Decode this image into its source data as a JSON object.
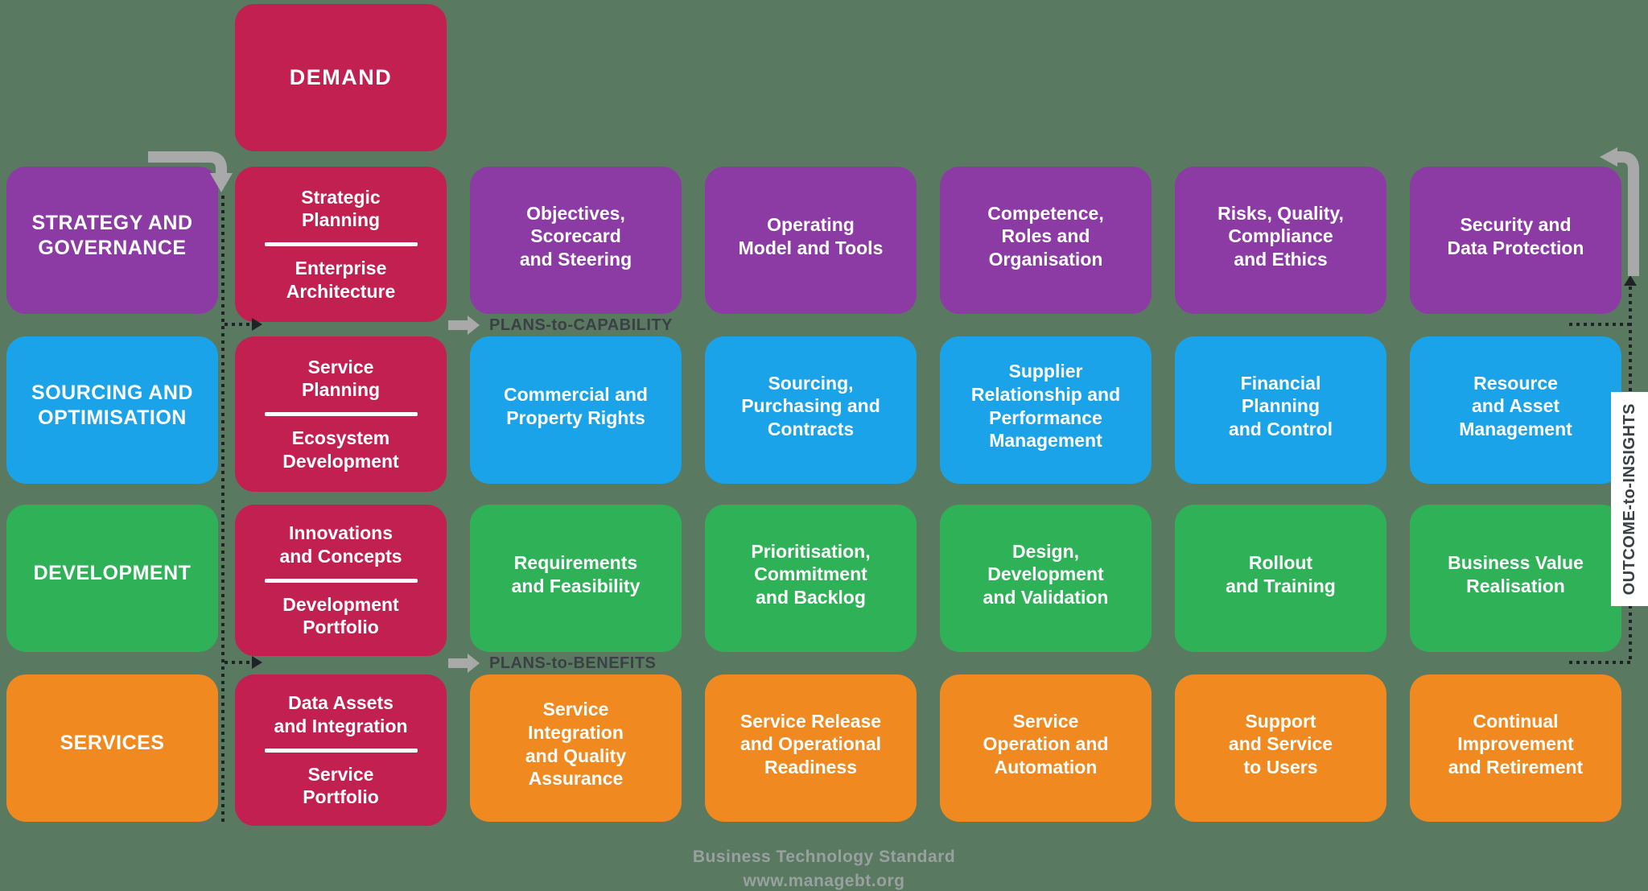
{
  "demand": {
    "label": "DEMAND"
  },
  "rows": [
    {
      "name": "strategy-and-governance",
      "label": "STRATEGY AND\nGOVERNANCE",
      "core": {
        "top": "Strategic\nPlanning",
        "bottom": "Enterprise\nArchitecture"
      },
      "cells": [
        "Objectives,\nScorecard\nand Steering",
        "Operating\nModel and Tools",
        "Competence,\nRoles and\nOrganisation",
        "Risks, Quality,\nCompliance\nand Ethics",
        "Security and\nData Protection"
      ]
    },
    {
      "name": "sourcing-and-optimisation",
      "label": "SOURCING AND\nOPTIMISATION",
      "core": {
        "top": "Service\nPlanning",
        "bottom": "Ecosystem\nDevelopment"
      },
      "cells": [
        "Commercial and\nProperty Rights",
        "Sourcing,\nPurchasing and\nContracts",
        "Supplier\nRelationship and\nPerformance\nManagement",
        "Financial\nPlanning\nand Control",
        "Resource\nand Asset\nManagement"
      ]
    },
    {
      "name": "development",
      "label": "DEVELOPMENT",
      "core": {
        "top": "Innovations\nand Concepts",
        "bottom": "Development\nPortfolio"
      },
      "cells": [
        "Requirements\nand Feasibility",
        "Prioritisation,\nCommitment\nand Backlog",
        "Design,\nDevelopment\nand Validation",
        "Rollout\nand Training",
        "Business Value\nRealisation"
      ]
    },
    {
      "name": "services",
      "label": "SERVICES",
      "core": {
        "top": "Data Assets\nand Integration",
        "bottom": "Service\nPortfolio"
      },
      "cells": [
        "Service\nIntegration\nand Quality\nAssurance",
        "Service Release\nand Operational\nReadiness",
        "Service\nOperation and\nAutomation",
        "Support\nand Service\nto Users",
        "Continual\nImprovement\nand Retirement"
      ]
    }
  ],
  "connectors": {
    "plans_to_capability": "PLANS-to-CAPABILITY",
    "plans_to_benefits": "PLANS-to-BENEFITS",
    "outcome_to_insights": "OUTCOME-to-INSIGHTS"
  },
  "footer": {
    "line1": "Business Technology Standard",
    "line2": "www.managebt.org"
  },
  "colors": {
    "background": "#5A7961",
    "purple": "#8C3BA4",
    "blue": "#1AA3E8",
    "green": "#2FB257",
    "orange": "#F0891F",
    "crimson": "#C12050",
    "arrow_gray": "#A9A9A9",
    "connector_text": "#3B4045",
    "footer_text": "#98A19F"
  }
}
